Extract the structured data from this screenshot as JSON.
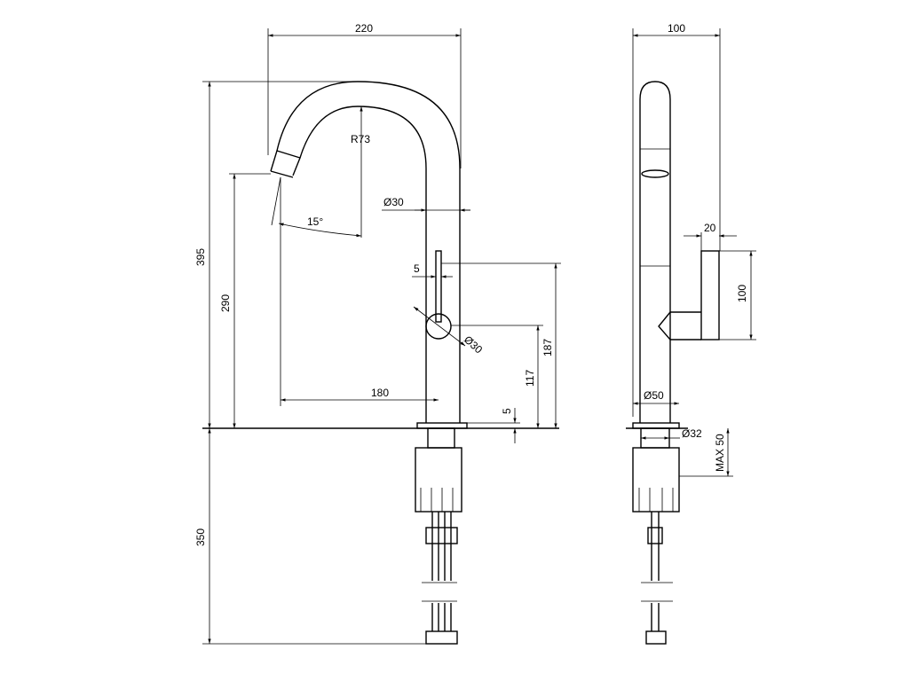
{
  "front_view": {
    "width_total": "220",
    "height_total": "395",
    "spout_height": "290",
    "spout_radius": "R73",
    "spout_tube_diameter": "Ø30",
    "spout_angle": "15°",
    "spout_reach": "180",
    "lever_thickness": "5",
    "handle_diameter": "Ø30",
    "lever_height": "187",
    "handle_height": "117",
    "base_height": "5",
    "below_counter": "350"
  },
  "side_view": {
    "depth_total": "100",
    "lever_width": "20",
    "lever_length": "100",
    "base_diameter": "Ø50",
    "shank_diameter": "Ø32",
    "max_counter_thickness": "MAX 50"
  }
}
